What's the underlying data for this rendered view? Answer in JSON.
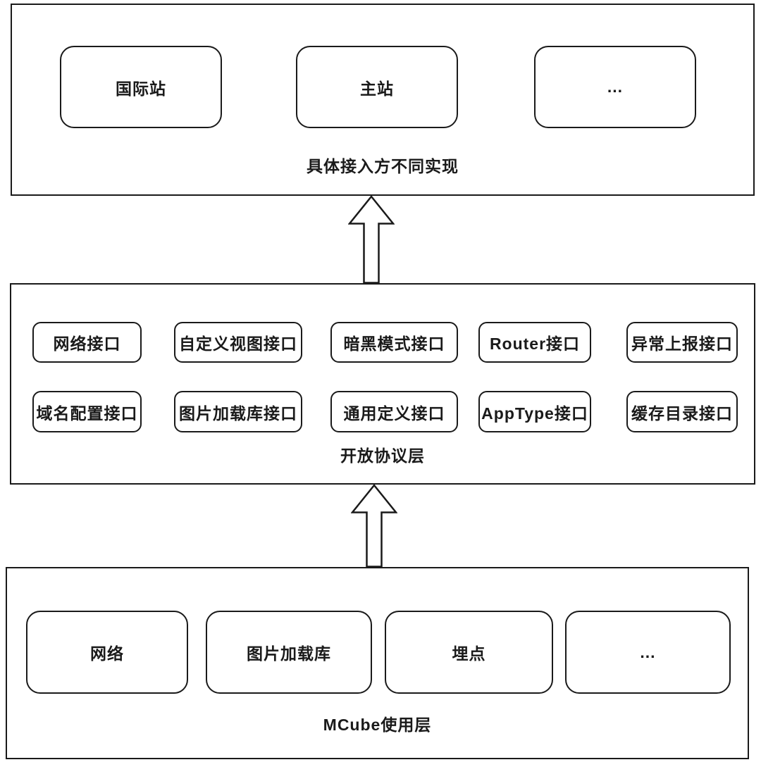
{
  "layers": {
    "access": {
      "label": "具体接入方不同实现",
      "boxes": [
        "国际站",
        "主站",
        "..."
      ]
    },
    "protocol": {
      "label": "开放协议层",
      "row1": [
        "网络接口",
        "自定义视图接口",
        "暗黑模式接口",
        "Router接口",
        "异常上报接口"
      ],
      "row2": [
        "域名配置接口",
        "图片加载库接口",
        "通用定义接口",
        "AppType接口",
        "缓存目录接口"
      ]
    },
    "mcube": {
      "label": "MCube使用层",
      "boxes": [
        "网络",
        "图片加载库",
        "埋点",
        "..."
      ]
    }
  },
  "arrows": [
    {
      "name": "protocol-to-access",
      "direction": "up"
    },
    {
      "name": "mcube-to-protocol",
      "direction": "up"
    }
  ],
  "colors": {
    "border": "#1a1a1a",
    "text": "#1a1a1a",
    "background": "#ffffff"
  }
}
